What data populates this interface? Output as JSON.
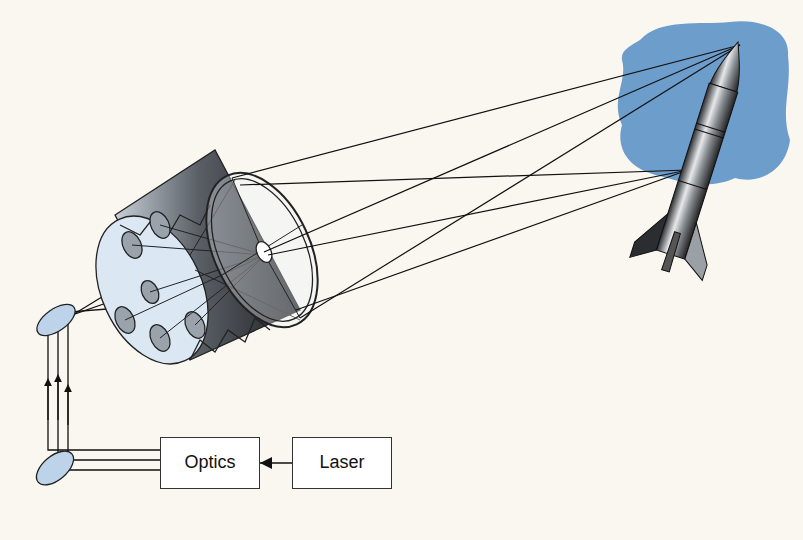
{
  "diagram": {
    "nodes": [
      {
        "text": [
          "Optics"
        ]
      },
      {
        "text": [
          "Laser"
        ]
      }
    ],
    "edges": [
      {
        "from": 1,
        "to": 0,
        "arrow": "to"
      }
    ]
  }
}
